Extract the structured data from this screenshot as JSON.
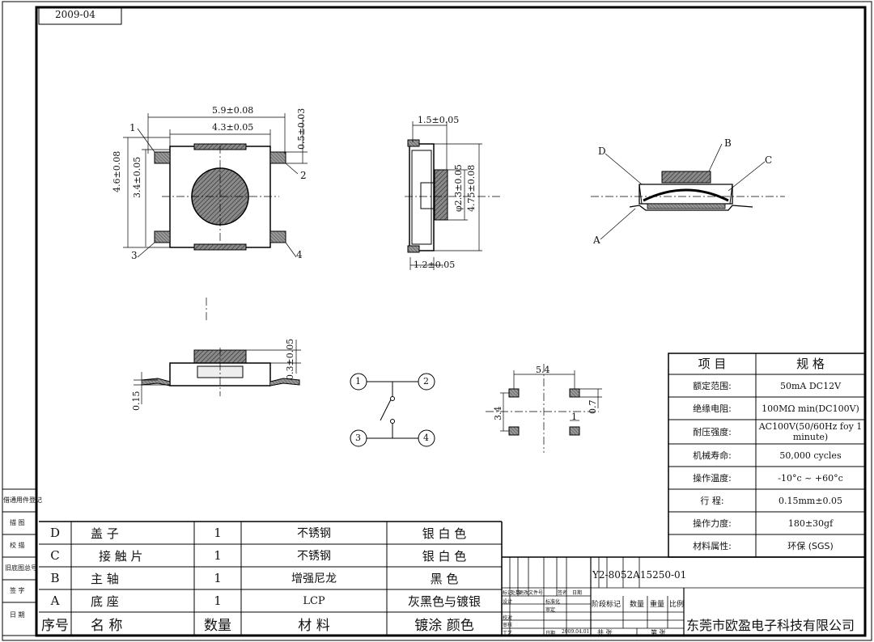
{
  "date_tag": "2009-04",
  "dims": {
    "top_w": "5.9±0.08",
    "top_inner_w": "4.3±0.05",
    "top_h": "4.6±0.08",
    "top_inner_h": "3.4±0.05",
    "pin_off": "0.5±0.03",
    "side_w": "1.5±0.05",
    "side_dia": "φ2.3±0.05",
    "side_h": "4.75±0.08",
    "side_bot": "1.2±0.05",
    "front_travel": "0.3±0.05",
    "front_left": "0.15",
    "pad_w": "5.4",
    "pad_h": "3.4",
    "pad_g": "0.7",
    "pad_s": "1"
  },
  "pins": [
    "1",
    "2",
    "3",
    "4"
  ],
  "section_labels": [
    "A",
    "B",
    "C",
    "D"
  ],
  "spec_table": {
    "header": [
      "项    目",
      "规    格"
    ],
    "rows": [
      [
        "额定范围:",
        "50mA DC12V"
      ],
      [
        "绝缘电阻:",
        "100MΩ min(DC100V)"
      ],
      [
        "耐压强度:",
        "AC100V(50/60Hz foy 1 minute)"
      ],
      [
        "机械寿命:",
        "50,000 cycles"
      ],
      [
        "操作温度:",
        "-10°c ~ +60°c"
      ],
      [
        "行    程:",
        "0.15mm±0.05"
      ],
      [
        "操作力度:",
        "180±30gf"
      ],
      [
        "材料属性:",
        "环保 (SGS)"
      ]
    ]
  },
  "bom": {
    "rows": [
      [
        "D",
        "盖        子",
        "1",
        "不锈钢",
        "银 白 色"
      ],
      [
        "C",
        "接 触 片",
        "1",
        "不锈钢",
        "银 白 色"
      ],
      [
        "B",
        "主        轴",
        "1",
        "增强尼龙",
        "黑      色"
      ],
      [
        "A",
        "底        座",
        "1",
        "LCP",
        "灰黑色与镀银"
      ]
    ],
    "header": [
      "序号",
      "名    称",
      "数量",
      "材      料",
      "镀涂    颜色"
    ]
  },
  "title_block": {
    "part_no": "Y2-8052A15250-01",
    "company": "东莞市欧盈电子科技有限公司",
    "stage": "阶段标记",
    "qty": "数量",
    "weight": "重量",
    "scale": "比例",
    "total": "共    张",
    "sheet": "第    张",
    "rev_labels": [
      "标记",
      "处数",
      "更改文件号",
      "签名",
      "日期"
    ],
    "design": "设计",
    "check": "校对",
    "review": "审核",
    "process": "工艺",
    "std": "标准化",
    "approve": "审定",
    "date_label": "日期",
    "date_val": "2009.04.01"
  },
  "left_margin": [
    "借通用件登记",
    "描    图",
    "校    描",
    "旧底图总号",
    "签    字",
    "日    期"
  ]
}
